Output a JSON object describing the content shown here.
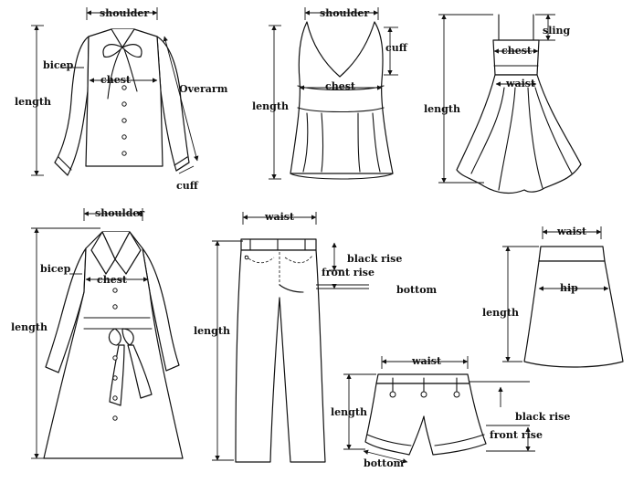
{
  "labels": {
    "shirt": {
      "shoulder": "shoulder",
      "bicep": "bicep",
      "chest": "chest",
      "length": "length",
      "overarm": "Overarm",
      "cuff": "cuff"
    },
    "vest": {
      "shoulder": "shoulder",
      "cuff": "cuff",
      "chest": "chest",
      "length": "length"
    },
    "dress": {
      "sling": "sling",
      "chest": "chest",
      "waist": "waist",
      "length": "length"
    },
    "coat": {
      "shoulder": "shoulder",
      "bicep": "bicep",
      "chest": "chest",
      "length": "length"
    },
    "pants": {
      "waist": "waist",
      "black_rise": "black rise",
      "front_rise": "front rise",
      "bottom": "bottom",
      "length": "length"
    },
    "skirt": {
      "waist": "waist",
      "hip": "hip",
      "length": "length"
    },
    "shorts": {
      "waist": "waist",
      "length": "length",
      "black_rise": "black rise",
      "front_rise": "front rise",
      "bottom": "bottom"
    }
  }
}
